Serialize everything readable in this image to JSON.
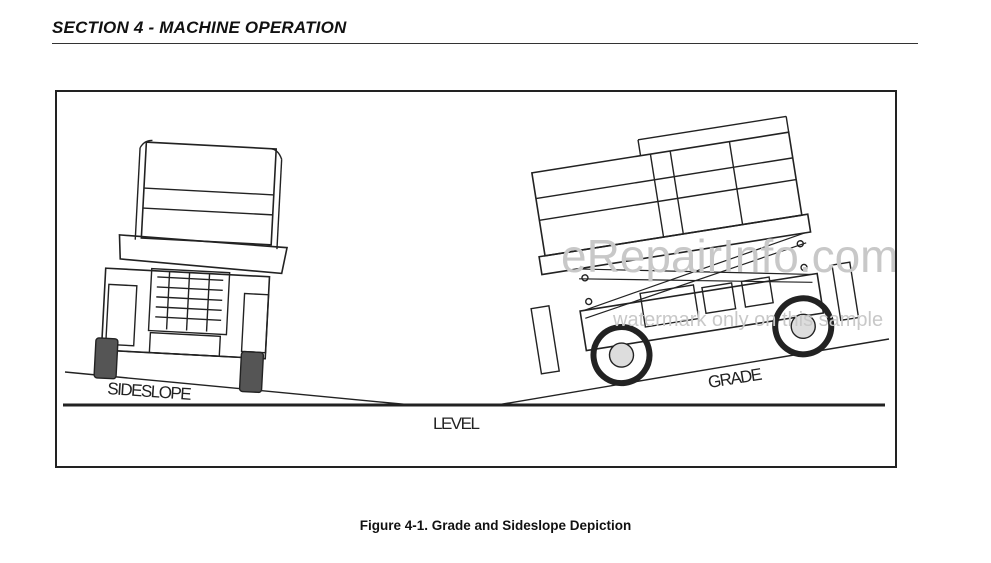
{
  "section_header": "SECTION 4 - MACHINE OPERATION",
  "figure": {
    "labels": {
      "sideslope": "SIDESLOPE",
      "level": "LEVEL",
      "grade": "GRADE"
    },
    "watermark": {
      "logo": "eRepairInfo.com",
      "note": "watermark only on this sample"
    }
  },
  "caption": "Figure 4-1. Grade and Sideslope Depiction"
}
